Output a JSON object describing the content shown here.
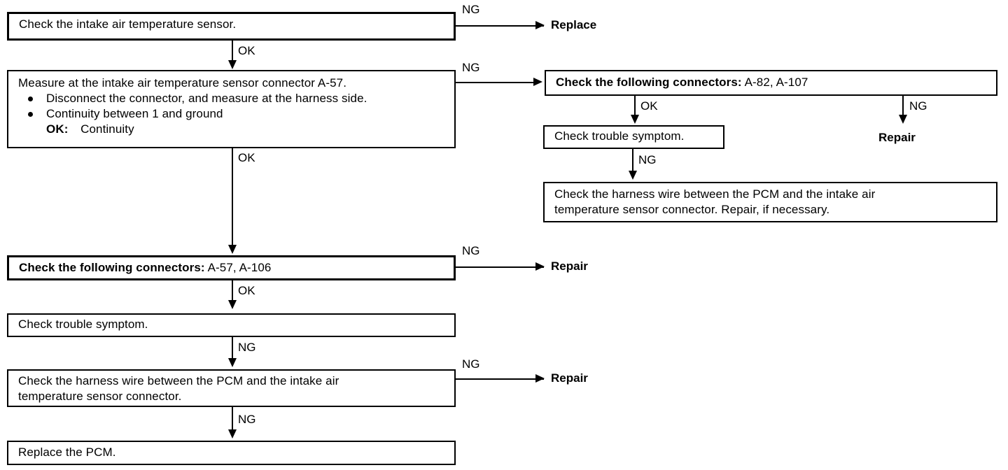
{
  "diagram": {
    "title": "Intake air temperature sensor circuit diagnosis flowchart",
    "type": "troubleshooting-flowchart",
    "line_color": "#000000",
    "background_color": "#ffffff"
  },
  "nodes": {
    "check_sensor": {
      "text": "Check the intake air temperature sensor."
    },
    "measure_connector": {
      "heading": "Measure at the intake air temperature sensor connector A-57.",
      "bullets": [
        "Disconnect the connector, and measure at the harness side.",
        "Continuity between 1 and ground"
      ],
      "ok_label": "OK:",
      "ok_value": "Continuity"
    },
    "connectors_a82": {
      "label": "Check the following connectors:",
      "value": "A-82, A-107"
    },
    "trouble_symptom_right": {
      "text": "Check trouble symptom."
    },
    "harness_right": {
      "line1": "Check the harness wire between the PCM and the intake air",
      "line2": "temperature sensor connector. Repair, if necessary."
    },
    "connectors_a57": {
      "label": "Check the following connectors:",
      "value": "A-57, A-106"
    },
    "trouble_symptom_left": {
      "text": "Check trouble symptom."
    },
    "harness_left": {
      "line1": "Check the harness wire between the PCM and the intake air",
      "line2": "temperature sensor connector."
    },
    "replace_pcm": {
      "text": "Replace the PCM."
    }
  },
  "terminals": {
    "replace_sensor": "Replace",
    "repair_right": "Repair",
    "repair_connectors_a57": "Repair",
    "repair_harness_left": "Repair"
  },
  "edge_labels": {
    "sensor_ng": "NG",
    "sensor_ok": "OK",
    "measure_ng": "NG",
    "measure_ok": "OK",
    "a82_ok": "OK",
    "a82_ng": "NG",
    "trouble_right_ng": "NG",
    "a57_ng": "NG",
    "a57_ok": "OK",
    "trouble_left_ng": "NG",
    "harness_left_ng_right": "NG",
    "harness_left_ng_down": "NG"
  }
}
